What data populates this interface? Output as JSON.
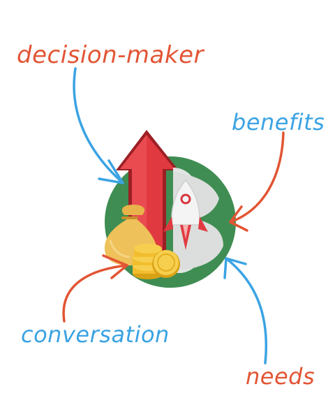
{
  "labels": {
    "decision_maker": "decision-maker",
    "benefits": "benefits",
    "conversation": "conversation",
    "needs": "needs"
  },
  "icons": {
    "emblem": "growth-emblem-icon",
    "arrow": "up-arrow-icon",
    "money_bag": "money-bag-icon",
    "coins": "coin-stack-icon",
    "rocket": "rocket-icon"
  },
  "colors": {
    "red": "#E25534",
    "blue": "#3BA3E3",
    "circle_green": "#3F8D52",
    "arrow_red": "#D7373E",
    "gold": "#F2BE2D"
  }
}
